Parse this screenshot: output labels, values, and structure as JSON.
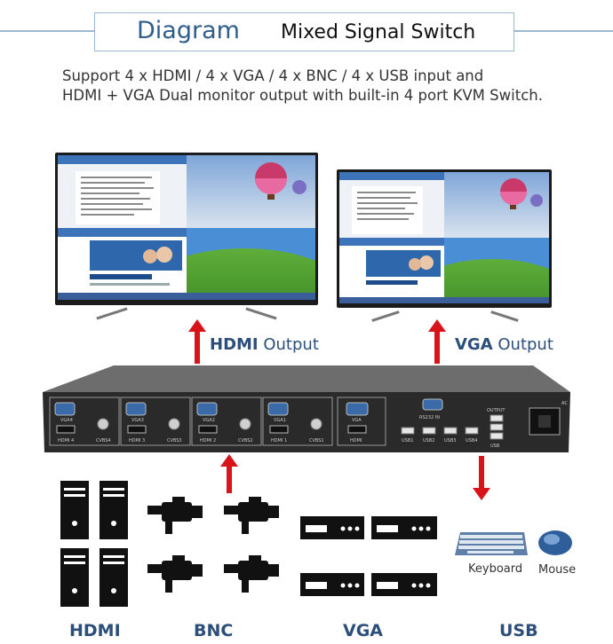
{
  "header": {
    "diagram_label": "Diagram",
    "product_name": "Mixed Signal Switch"
  },
  "description": {
    "line1": "Support 4 x HDMI / 4 x VGA / 4 x BNC / 4 x USB input and",
    "line2": "HDMI + VGA Dual monitor output with built-in 4 port KVM Switch."
  },
  "outputs": {
    "hdmi": {
      "bold": "HDMI",
      "rest": " Output"
    },
    "vga": {
      "bold": "VGA",
      "rest": " Output"
    }
  },
  "device": {
    "ports": {
      "vga1": "VGA4",
      "hdmi1": "HDMI 4",
      "bnc1": "CVBS4",
      "vga2": "VGA3",
      "hdmi2": "HDMI 3",
      "bnc2": "CVBS3",
      "vga3": "VGA2",
      "hdmi3": "HDMI 2",
      "bnc3": "CVBS2",
      "vga4": "VGA1",
      "hdmi4": "HDMI 1",
      "bnc4": "CVBS1",
      "vga_out": "VGA",
      "hdmi_out": "HDMI",
      "rs232": "RS232  IN",
      "usb1": "USB1",
      "usb2": "USB2",
      "usb3": "USB3",
      "usb4": "USB4",
      "output_usb": "OUTPUT",
      "usb_out": "USB",
      "power": "AC"
    }
  },
  "peripherals": {
    "keyboard": "Keyboard",
    "mouse": "Mouse"
  },
  "sources": {
    "hdmi": "HDMI",
    "bnc": "BNC",
    "vga": "VGA",
    "usb": "USB"
  },
  "colors": {
    "arrow": "#d8141b",
    "accent": "#2c4e7a",
    "title": "#2f5d8c",
    "frame": "#9db8cf"
  }
}
